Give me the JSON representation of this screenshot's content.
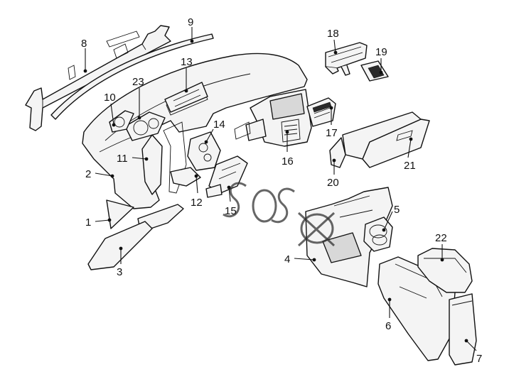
{
  "diagram": {
    "callouts": [
      {
        "id": "1",
        "label": "1"
      },
      {
        "id": "2",
        "label": "2"
      },
      {
        "id": "3",
        "label": "3"
      },
      {
        "id": "4",
        "label": "4"
      },
      {
        "id": "5",
        "label": "5"
      },
      {
        "id": "6",
        "label": "6"
      },
      {
        "id": "7",
        "label": "7"
      },
      {
        "id": "8",
        "label": "8"
      },
      {
        "id": "9",
        "label": "9"
      },
      {
        "id": "10",
        "label": "10"
      },
      {
        "id": "11",
        "label": "11"
      },
      {
        "id": "12",
        "label": "12"
      },
      {
        "id": "13",
        "label": "13"
      },
      {
        "id": "14",
        "label": "14"
      },
      {
        "id": "15",
        "label": "15"
      },
      {
        "id": "16",
        "label": "16"
      },
      {
        "id": "17",
        "label": "17"
      },
      {
        "id": "18",
        "label": "18"
      },
      {
        "id": "19",
        "label": "19"
      },
      {
        "id": "20",
        "label": "20"
      },
      {
        "id": "21",
        "label": "21"
      },
      {
        "id": "22",
        "label": "22"
      },
      {
        "id": "23",
        "label": "23"
      }
    ],
    "colors": {
      "line": "#111111",
      "fill": "#f4f4f4",
      "background": "#ffffff"
    }
  }
}
